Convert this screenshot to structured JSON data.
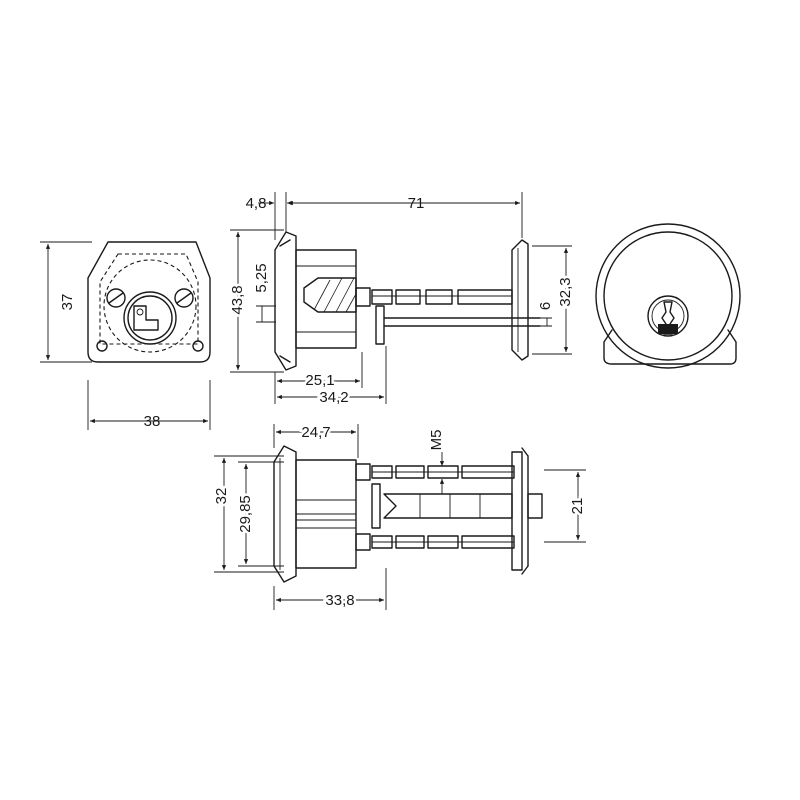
{
  "dimensions": {
    "d_4_8": "4,8",
    "d_71": "71",
    "d_37": "37",
    "d_43_8": "43,8",
    "d_5_25": "5,25",
    "d_32_3": "32,3",
    "d_6": "6",
    "d_25_1": "25,1",
    "d_34_2": "34,2",
    "d_38": "38",
    "d_24_7": "24,7",
    "d_m5": "M5",
    "d_32": "32",
    "d_29_85": "29,85",
    "d_21": "21",
    "d_33_8": "33,8"
  }
}
